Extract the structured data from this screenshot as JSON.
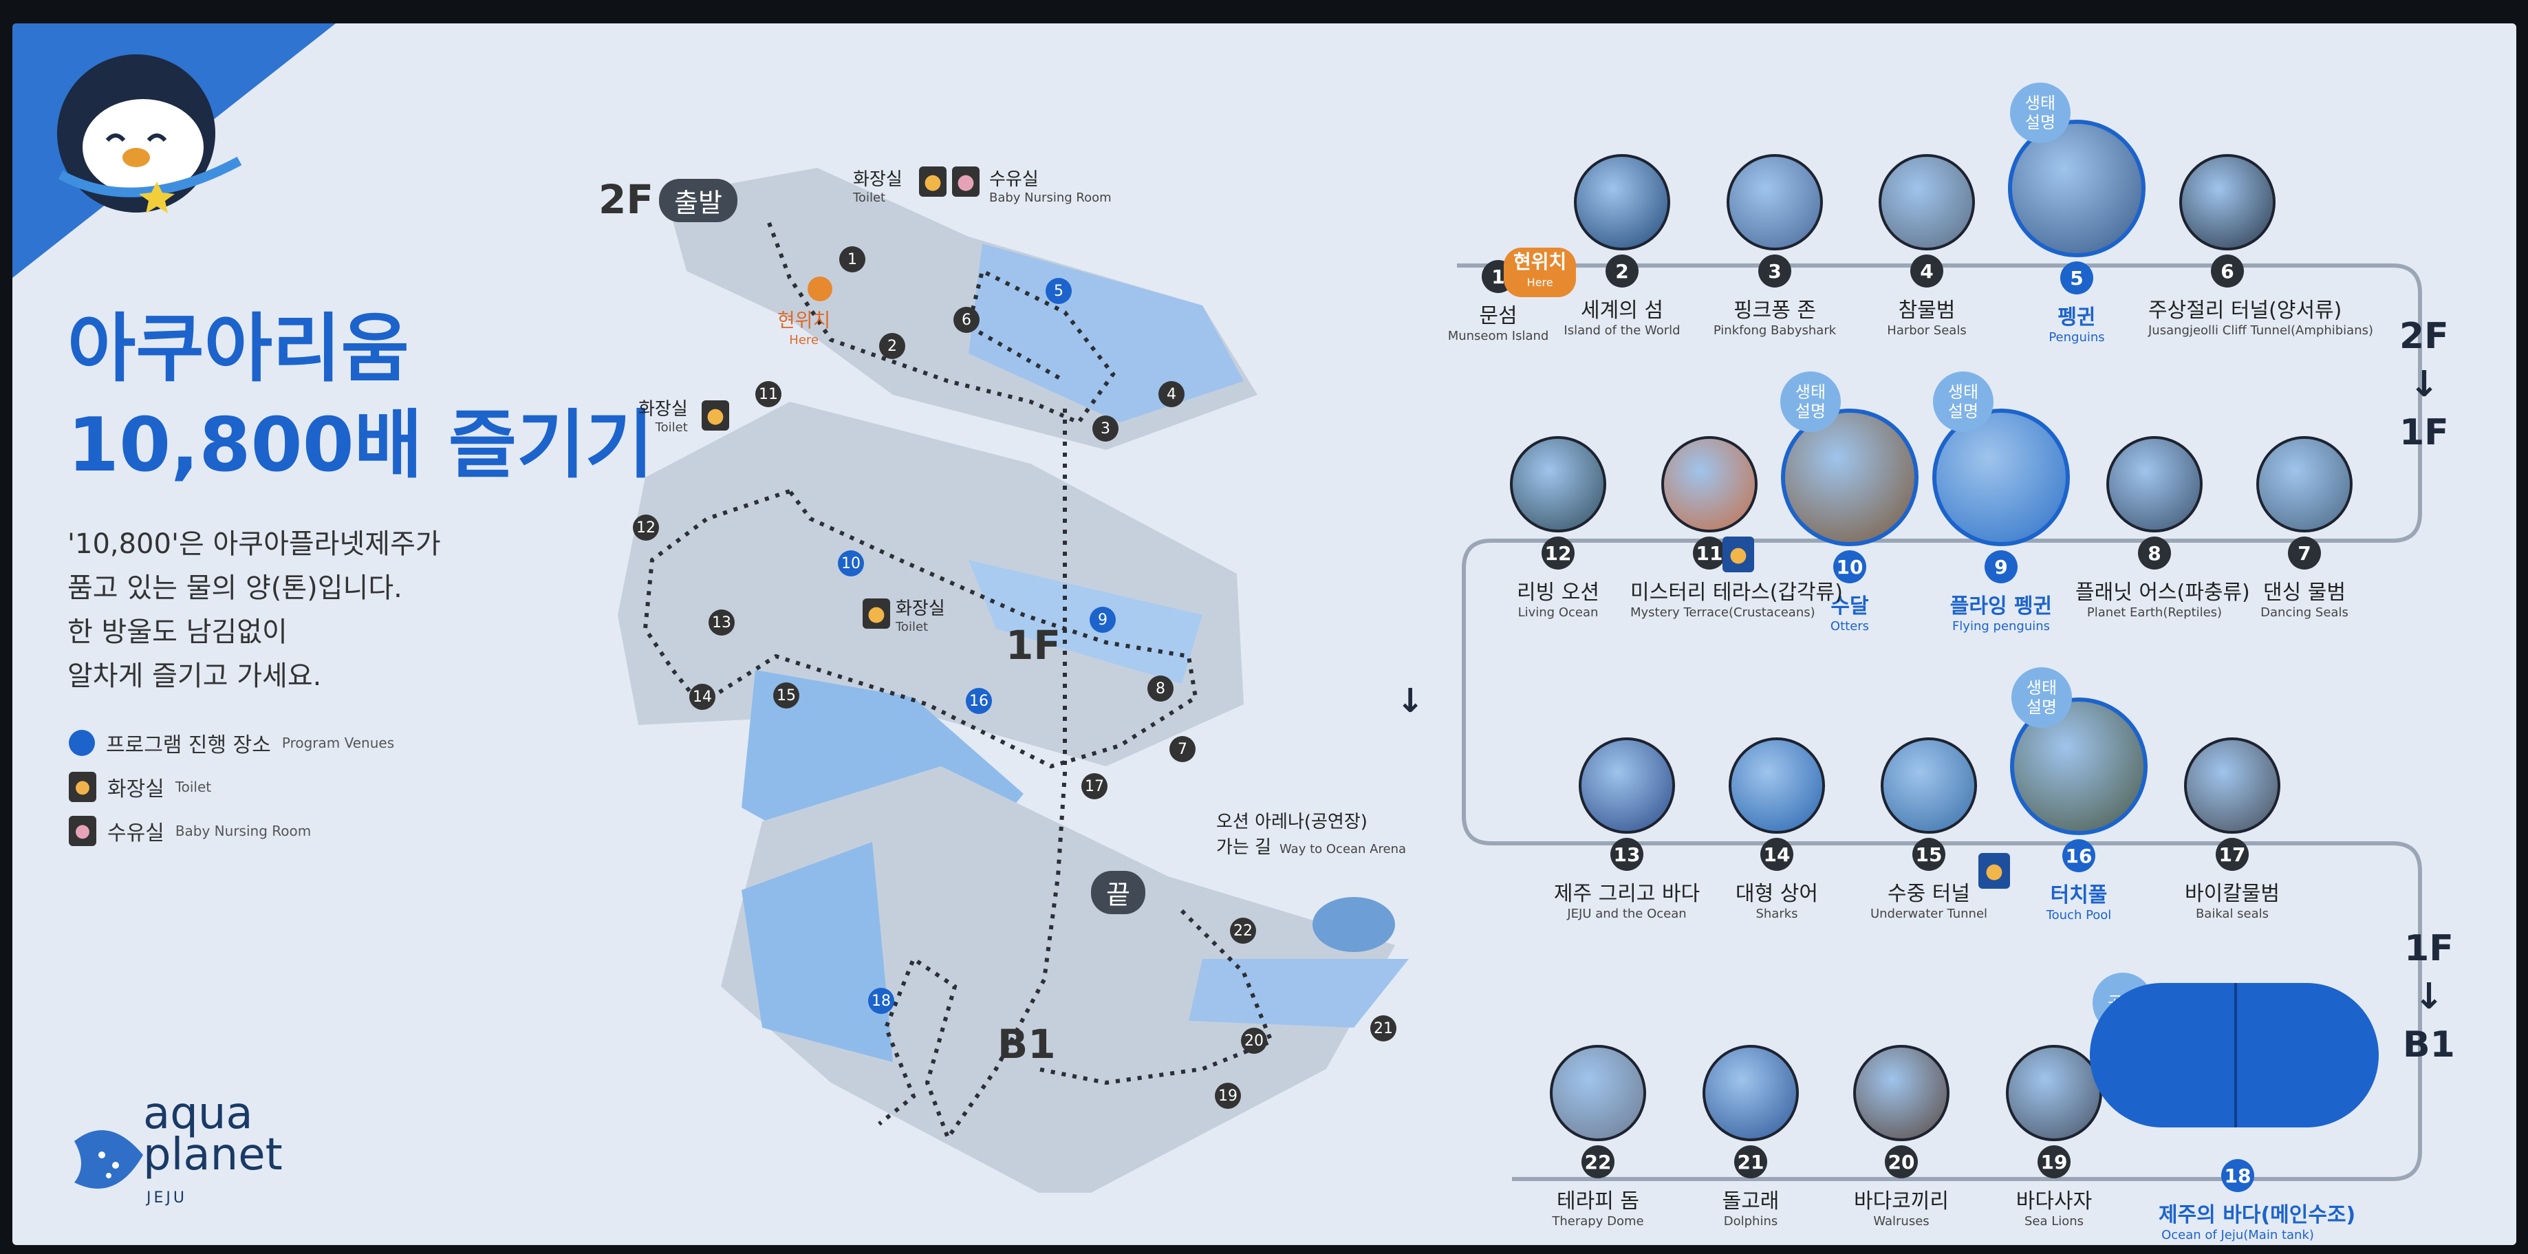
{
  "title": {
    "line1": "아쿠아리움",
    "line2": "10,800배 즐기기"
  },
  "description": [
    "'10,800'은 아쿠아플라넷제주가",
    "품고 있는 물의 양(톤)입니다.",
    "한 방울도 남김없이",
    "알차게 즐기고 가세요."
  ],
  "legend": [
    {
      "icon": "program-dot",
      "ko": "프로그램 진행 장소",
      "en": "Program Venues"
    },
    {
      "icon": "toilet-icon",
      "ko": "화장실",
      "en": "Toilet"
    },
    {
      "icon": "nursing-room-icon",
      "ko": "수유실",
      "en": "Baby Nursing Room"
    }
  ],
  "logo": {
    "line1": "aqua",
    "line2": "planet",
    "sub": "JEJU"
  },
  "map": {
    "start_floor": "2F",
    "start_pill": "출발",
    "end_pill": "끝",
    "floor_1f": "1F",
    "floor_b1": "B1",
    "here": {
      "ko": "현위치",
      "en": "Here"
    },
    "toilet_top": {
      "ko": "화장실",
      "en": "Toilet"
    },
    "nursing_top": {
      "ko": "수유실",
      "en": "Baby Nursing Room"
    },
    "toilet_left": {
      "ko": "화장실",
      "en": "Toilet"
    },
    "toilet_mid": {
      "ko": "화장실",
      "en": "Toilet"
    },
    "arena": {
      "ko1": "오션 아레나(공연장)",
      "ko2": "가는 길",
      "en": "Way to Ocean Arena"
    },
    "numbers": [
      "1",
      "2",
      "3",
      "4",
      "5",
      "6",
      "7",
      "8",
      "9",
      "10",
      "11",
      "12",
      "13",
      "14",
      "15",
      "16",
      "17",
      "18",
      "19",
      "20",
      "21",
      "22"
    ]
  },
  "route_labels": {
    "a_top": "2F",
    "a_bottom": "1F",
    "b_top": "1F",
    "b_bottom": "B1"
  },
  "badges": {
    "eco": "생태\n설명",
    "show": "공연"
  },
  "stops": [
    {
      "num": "1",
      "ko": "문섬",
      "en": "Munseom Island",
      "program": false
    },
    {
      "num": "2",
      "ko": "세계의 섬",
      "en": "Island of the World",
      "program": false
    },
    {
      "num": "3",
      "ko": "핑크퐁 존",
      "en": "Pinkfong Babyshark",
      "program": false
    },
    {
      "num": "4",
      "ko": "참물범",
      "en": "Harbor Seals",
      "program": false
    },
    {
      "num": "5",
      "ko": "펭귄",
      "en": "Penguins",
      "program": true
    },
    {
      "num": "6",
      "ko": "주상절리 터널(양서류)",
      "en": "Jusangjeolli Cliff Tunnel(Amphibians)",
      "program": false
    },
    {
      "num": "7",
      "ko": "댄싱 물범",
      "en": "Dancing Seals",
      "program": false
    },
    {
      "num": "8",
      "ko": "플래닛 어스(파충류)",
      "en": "Planet Earth(Reptiles)",
      "program": false
    },
    {
      "num": "9",
      "ko": "플라잉 펭귄",
      "en": "Flying penguins",
      "program": true
    },
    {
      "num": "10",
      "ko": "수달",
      "en": "Otters",
      "program": true
    },
    {
      "num": "11",
      "ko": "미스터리 테라스(갑각류)",
      "en": "Mystery Terrace(Crustaceans)",
      "program": false
    },
    {
      "num": "12",
      "ko": "리빙 오션",
      "en": "Living Ocean",
      "program": false
    },
    {
      "num": "13",
      "ko": "제주 그리고 바다",
      "en": "JEJU and the Ocean",
      "program": false
    },
    {
      "num": "14",
      "ko": "대형 상어",
      "en": "Sharks",
      "program": false
    },
    {
      "num": "15",
      "ko": "수중 터널",
      "en": "Underwater Tunnel",
      "program": false
    },
    {
      "num": "16",
      "ko": "터치풀",
      "en": "Touch Pool",
      "program": true
    },
    {
      "num": "17",
      "ko": "바이칼물범",
      "en": "Baikal seals",
      "program": false
    },
    {
      "num": "18",
      "ko": "제주의 바다(메인수조)",
      "en": "Ocean of Jeju(Main tank)",
      "program": true
    },
    {
      "num": "19",
      "ko": "바다사자",
      "en": "Sea Lions",
      "program": false
    },
    {
      "num": "20",
      "ko": "바다코끼리",
      "en": "Walruses",
      "program": false
    },
    {
      "num": "21",
      "ko": "돌고래",
      "en": "Dolphins",
      "program": false
    },
    {
      "num": "22",
      "ko": "테라피 돔",
      "en": "Therapy Dome",
      "program": false
    }
  ],
  "colors": {
    "accent": "#1c63cc",
    "here": "#e7892f",
    "panel": "#e3eaf4"
  }
}
